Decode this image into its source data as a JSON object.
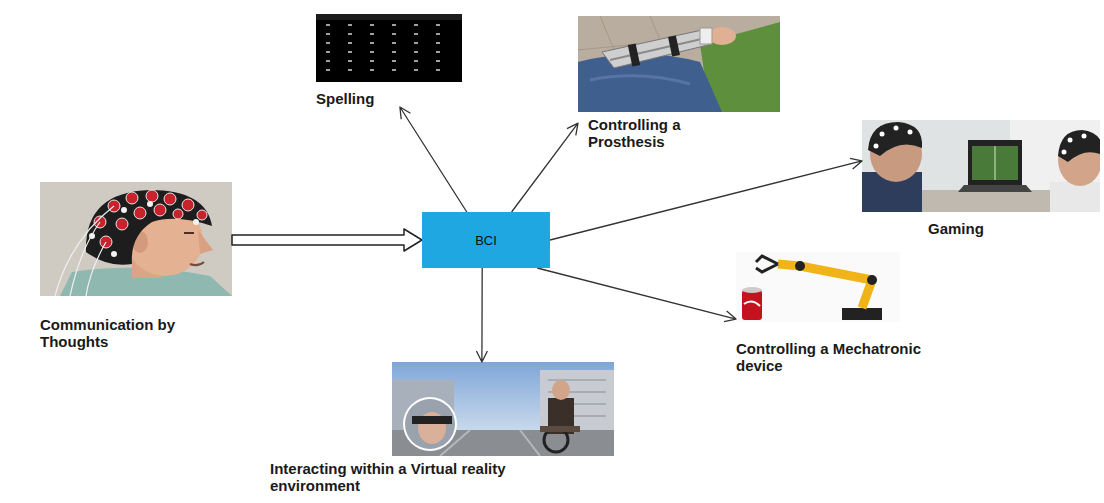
{
  "diagram": {
    "nodes": [
      {
        "text": [
          "Communication by Thoughts"
        ]
      },
      {
        "text": [
          "BCI"
        ]
      },
      {
        "text": [
          "Spelling"
        ]
      },
      {
        "text": [
          "Controlling a Prosthesis"
        ]
      },
      {
        "text": [
          "Gaming"
        ]
      },
      {
        "text": [
          "Controlling a Mechatronic device"
        ]
      },
      {
        "text": [
          "Interacting within a Virtual reality environment"
        ]
      }
    ],
    "edges": [
      {
        "from": 0,
        "to": 1,
        "arrow": "to"
      },
      {
        "from": 1,
        "to": 2,
        "arrow": "to"
      },
      {
        "from": 1,
        "to": 3,
        "arrow": "to"
      },
      {
        "from": 1,
        "to": 4,
        "arrow": "to"
      },
      {
        "from": 1,
        "to": 5,
        "arrow": "to"
      },
      {
        "from": 1,
        "to": 6,
        "arrow": "to"
      }
    ]
  }
}
